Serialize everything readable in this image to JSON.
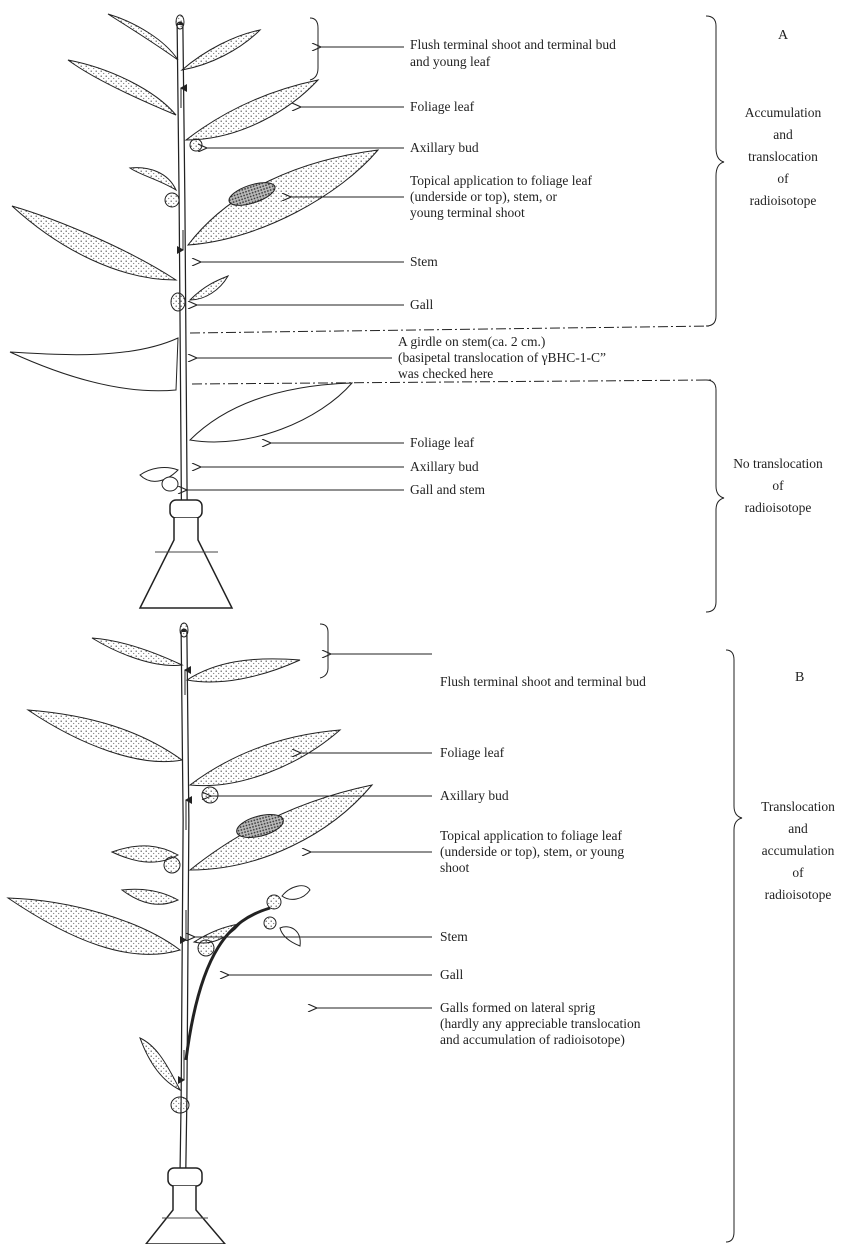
{
  "panelA": {
    "letter": "A",
    "labels": {
      "flush": [
        "Flush terminal shoot and terminal bud",
        "and young leaf"
      ],
      "foliage_leaf": "Foliage leaf",
      "axillary_bud": "Axillary bud",
      "topical": [
        "Topical application to foliage leaf",
        "(underside or top), stem, or",
        "young terminal shoot"
      ],
      "stem": "Stem",
      "gall": "Gall",
      "girdle": [
        "A girdle on stem(ca. 2 cm.)",
        "(basipetal translocation of γBHC-1-C”",
        "was checked here"
      ],
      "foliage_leaf_lower": "Foliage leaf",
      "axillary_bud_lower": "Axillary bud",
      "gall_and_stem": "Gall and stem"
    },
    "side_upper": [
      "Accumulation",
      "and",
      "translocation",
      "of",
      "radioisotope"
    ],
    "side_lower": [
      "No translocation",
      "of",
      "radioisotope"
    ]
  },
  "panelB": {
    "letter": "B",
    "labels": {
      "flush": "Flush terminal shoot and terminal bud",
      "foliage_leaf": "Foliage leaf",
      "axillary_bud": "Axillary bud",
      "topical": [
        "Topical application to foliage leaf",
        "(underside or top), stem, or young",
        "shoot"
      ],
      "stem": "Stem",
      "gall": "Gall",
      "lateral": [
        "Galls formed on lateral sprig",
        "(hardly any appreciable translocation",
        "and accumulation of radioisotope)"
      ]
    },
    "side": [
      "Translocation",
      "and",
      "accumulation",
      "of",
      "radioisotope"
    ]
  }
}
